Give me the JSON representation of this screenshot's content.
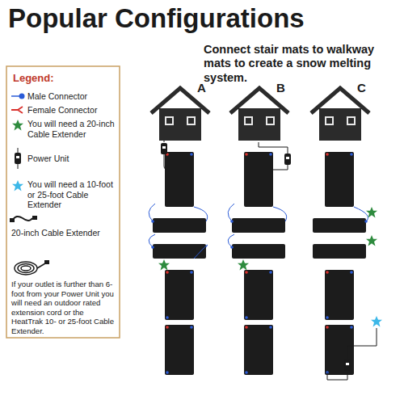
{
  "diagram": {
    "title": "Popular Configurations",
    "nodes": [
      {
        "text": [
          "A"
        ]
      },
      {
        "text": [
          "B"
        ]
      },
      {
        "text": [
          "C"
        ]
      }
    ],
    "labels": [
      "Connect stair mats to walkway mats to create a snow melting system.",
      "Legend:"
    ],
    "legend": [
      {
        "text": "Male Connector"
      },
      {
        "text": "Female Connector"
      },
      {
        "text": "You will need a 20-inch Cable Extender"
      },
      {
        "text": "Power Unit"
      },
      {
        "text": "You will need a 10-foot or 25-foot Cable Extender"
      },
      {
        "text": "20-inch Cable Extender"
      },
      {
        "text": "If your outlet is further than 6-foot from your Power Unit you will need an outdoor rated extension cord or the HeatTrak 10- or 25-foot Cable Extender."
      }
    ]
  }
}
